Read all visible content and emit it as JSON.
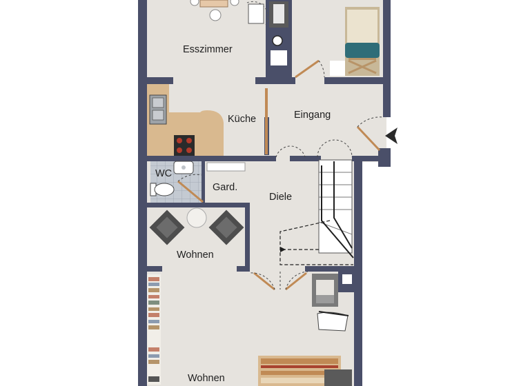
{
  "floor_plan": {
    "rooms": {
      "esszimmer": "Esszimmer",
      "kueche": "Küche",
      "eingang": "Eingang",
      "wc": "WC",
      "gard": "Gard.",
      "diele": "Diele",
      "wohnen_upper": "Wohnen",
      "wohnen_lower": "Wohnen"
    },
    "colors": {
      "wall": "#4a4f69",
      "floor": "#e6e3de",
      "counter": "#d9b98f",
      "door": "#c08a55",
      "tile": "#b9c0c9"
    },
    "icons": [
      "entrance-arrow-icon",
      "stove-icon",
      "sink-icon",
      "toilet-icon",
      "armchair-icon",
      "bed-icon",
      "staircase-icon",
      "bookshelf-icon",
      "rug-icon"
    ]
  }
}
